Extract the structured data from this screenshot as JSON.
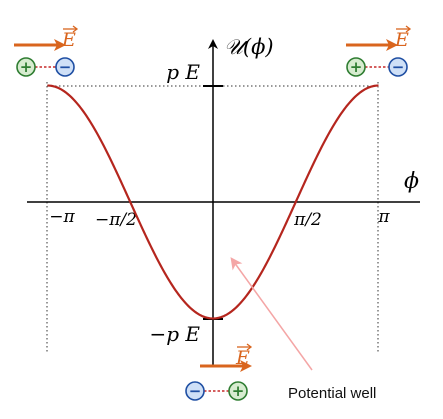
{
  "axes": {
    "y_label": "𝒰(ϕ)",
    "x_label": "ϕ"
  },
  "ticks": {
    "x": [
      {
        "value": -3.14159,
        "label": "−π"
      },
      {
        "value": -1.5708,
        "label": "−π/2"
      },
      {
        "value": 1.5708,
        "label": "π/2"
      },
      {
        "value": 3.14159,
        "label": "π"
      }
    ],
    "y": [
      {
        "value": 1,
        "label": "p E"
      },
      {
        "value": -1,
        "label": "−p E"
      }
    ]
  },
  "curve": {
    "function": "-cos(phi)",
    "phi_range": [
      -3.14159,
      3.14159
    ],
    "color": "#b5261e"
  },
  "dipoles": {
    "field_label": "E",
    "field_color": "#d9651e",
    "plus_symbol": "+",
    "minus_symbol": "−",
    "plus_color": "#2f7d32",
    "plus_fill": "#d7ecd0",
    "minus_color": "#1f4fa3",
    "minus_fill": "#cfe0f7",
    "link_color": "#c62828",
    "items": [
      {
        "id": "left",
        "phi": -3.14159,
        "order": [
          "plus",
          "minus"
        ]
      },
      {
        "id": "right",
        "phi": 3.14159,
        "order": [
          "plus",
          "minus"
        ]
      },
      {
        "id": "bottom",
        "phi": 0,
        "order": [
          "minus",
          "plus"
        ]
      }
    ]
  },
  "annotation": {
    "text": "Potential well",
    "arrow_color": "#f4a6a6"
  }
}
